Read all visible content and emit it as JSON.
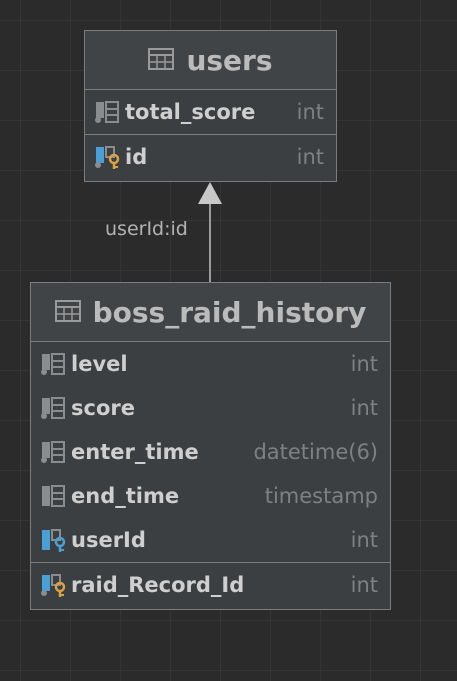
{
  "tables": {
    "users": {
      "name": "users",
      "columns": [
        {
          "name": "total_score",
          "type": "int",
          "icon": "column-icon"
        },
        {
          "name": "id",
          "type": "int",
          "icon": "primary-key-icon"
        }
      ]
    },
    "boss_raid_history": {
      "name": "boss_raid_history",
      "columns": [
        {
          "name": "level",
          "type": "int",
          "icon": "column-icon"
        },
        {
          "name": "score",
          "type": "int",
          "icon": "column-icon"
        },
        {
          "name": "enter_time",
          "type": "datetime(6)",
          "icon": "column-icon"
        },
        {
          "name": "end_time",
          "type": "timestamp",
          "icon": "column-icon"
        },
        {
          "name": "userId",
          "type": "int",
          "icon": "foreign-key-icon"
        },
        {
          "name": "raid_Record_Id",
          "type": "int",
          "icon": "primary-key-icon"
        }
      ]
    }
  },
  "relation": {
    "label": "userId:id"
  },
  "colors": {
    "background": "#2b2b2b",
    "grid": "#353535",
    "table_bg": "#3c3f41",
    "border": "#7a7c7e",
    "text": "#cfcfcf",
    "type_text": "#7e8184",
    "key_gold": "#d9a343",
    "key_blue": "#4a9fd6"
  }
}
